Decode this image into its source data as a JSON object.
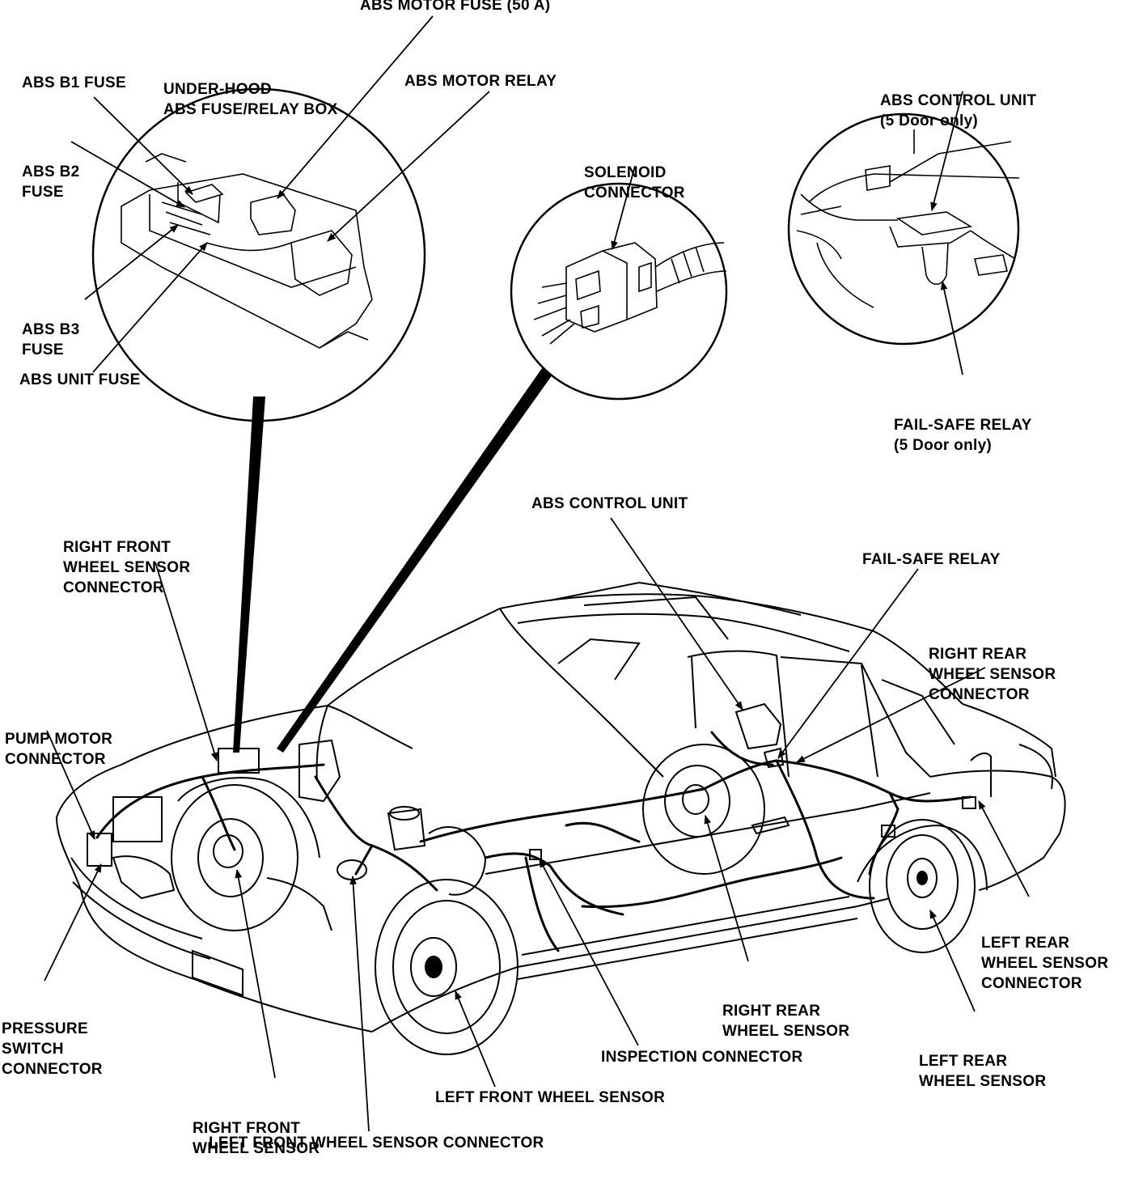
{
  "labels": {
    "abs_motor_fuse": "ABS MOTOR FUSE (50 A)",
    "underhood_box": [
      "UNDER-HOOD",
      "ABS FUSE/RELAY BOX"
    ],
    "abs_b1_fuse": "ABS B1 FUSE",
    "abs_motor_relay": "ABS MOTOR RELAY",
    "abs_b2_fuse": [
      "ABS B2",
      "FUSE"
    ],
    "abs_b3_fuse": [
      "ABS B3",
      "FUSE"
    ],
    "abs_unit_fuse": "ABS UNIT FUSE",
    "solenoid_connector": [
      "SOLENOID",
      "CONNECTOR"
    ],
    "abs_control_unit_inset": [
      "ABS CONTROL UNIT",
      "(5 Door only)"
    ],
    "fail_safe_relay_inset": [
      "FAIL-SAFE RELAY",
      "(5 Door only)"
    ],
    "right_front_wheel_sensor_connector": [
      "RIGHT FRONT",
      "WHEEL SENSOR",
      "CONNECTOR"
    ],
    "abs_control_unit": "ABS CONTROL UNIT",
    "fail_safe_relay": "FAIL-SAFE RELAY",
    "right_rear_wheel_sensor_connector": [
      "RIGHT REAR",
      "WHEEL SENSOR",
      "CONNECTOR"
    ],
    "pump_motor_connector": [
      "PUMP MOTOR",
      "CONNECTOR"
    ],
    "left_rear_wheel_sensor_connector": [
      "LEFT REAR",
      "WHEEL SENSOR",
      "CONNECTOR"
    ],
    "pressure_switch_connector": [
      "PRESSURE",
      "SWITCH",
      "CONNECTOR"
    ],
    "right_rear_wheel_sensor": [
      "RIGHT REAR",
      "WHEEL SENSOR"
    ],
    "left_rear_wheel_sensor": [
      "LEFT REAR",
      "WHEEL SENSOR"
    ],
    "inspection_connector": "INSPECTION CONNECTOR",
    "right_front_wheel_sensor": [
      "RIGHT FRONT",
      "WHEEL SENSOR"
    ],
    "left_front_wheel_sensor": "LEFT FRONT WHEEL SENSOR",
    "left_front_wheel_sensor_connector": "LEFT FRONT WHEEL SENSOR CONNECTOR"
  },
  "colors": {
    "ink": "#000000",
    "paper": "#ffffff"
  }
}
